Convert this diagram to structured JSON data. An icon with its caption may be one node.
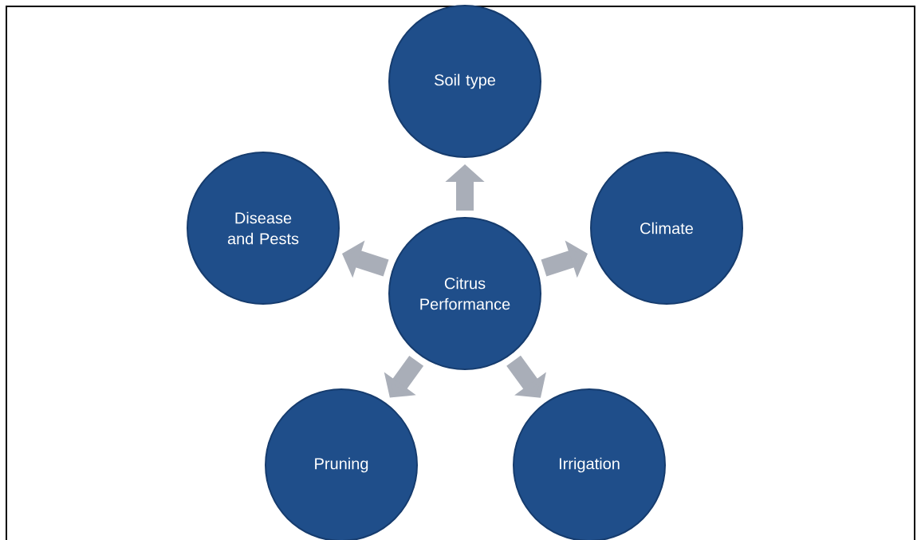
{
  "diagram": {
    "nodes": [
      {
        "text": [
          "Soil type"
        ]
      },
      {
        "text": [
          "Disease and Pests"
        ]
      },
      {
        "text": [
          "Climate"
        ]
      },
      {
        "text": [
          "Citrus Performance"
        ]
      },
      {
        "text": [
          "Pruning"
        ]
      },
      {
        "text": [
          "Irrigation"
        ]
      }
    ],
    "edges": [
      {
        "from": 3,
        "to": 0,
        "arrow": "to"
      },
      {
        "from": 3,
        "to": 2,
        "arrow": "to"
      },
      {
        "from": 3,
        "to": 5,
        "arrow": "to"
      },
      {
        "from": 3,
        "to": 4,
        "arrow": "to"
      },
      {
        "from": 3,
        "to": 1,
        "arrow": "to"
      }
    ]
  }
}
